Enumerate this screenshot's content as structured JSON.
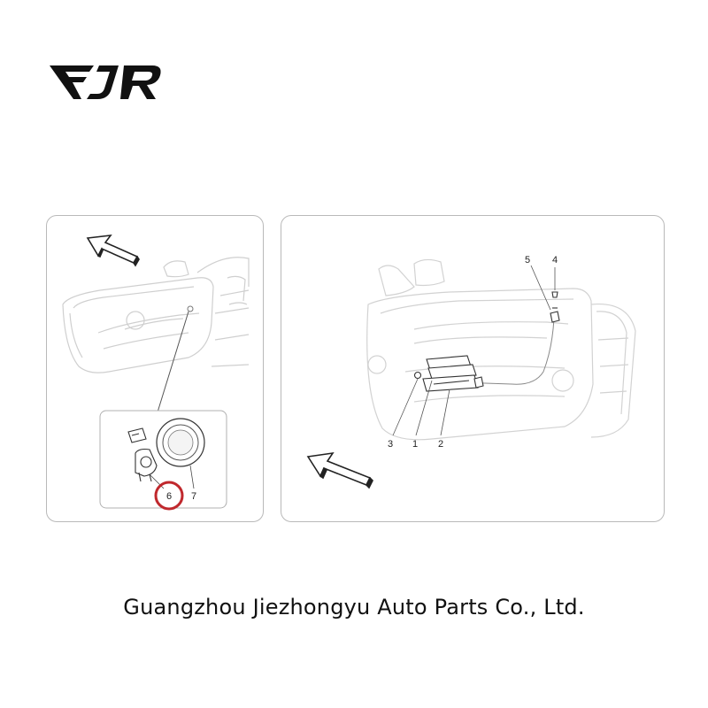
{
  "brand": {
    "logo_text": "FJR"
  },
  "diagram": {
    "left_panel": {
      "callouts": [
        {
          "id": "6",
          "label": "6",
          "highlighted": true
        },
        {
          "id": "7",
          "label": "7",
          "highlighted": false
        }
      ]
    },
    "right_panel": {
      "callouts": [
        {
          "id": "5",
          "label": "5"
        },
        {
          "id": "4",
          "label": "4"
        },
        {
          "id": "3",
          "label": "3"
        },
        {
          "id": "1",
          "label": "1"
        },
        {
          "id": "2",
          "label": "2"
        }
      ]
    },
    "colors": {
      "line": "#8a8a8a",
      "faint": "#cfcfcf",
      "dark": "#333333",
      "highlight": "#c0282d"
    }
  },
  "footer": {
    "company_name": "Guangzhou Jiezhongyu Auto Parts Co., Ltd."
  }
}
